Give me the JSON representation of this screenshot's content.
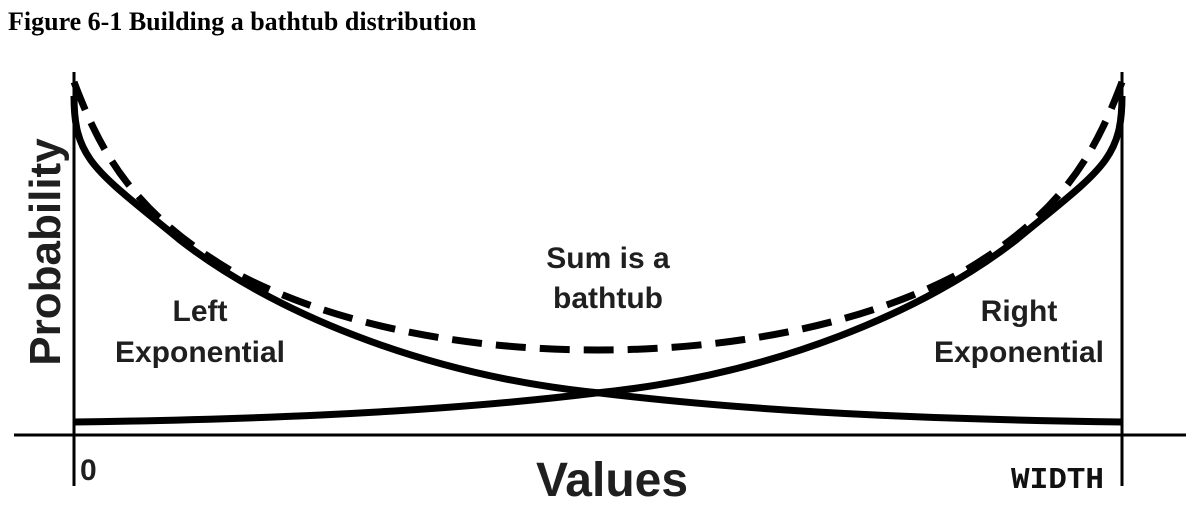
{
  "figure": {
    "title": "Figure 6-1 Building a bathtub distribution"
  },
  "axes": {
    "y_label": "Probability",
    "x_label": "Values",
    "x_tick_left": "0",
    "x_tick_right": "WIDTH"
  },
  "curves": {
    "left_label_line1": "Left",
    "left_label_line2": "Exponential",
    "right_label_line1": "Right",
    "right_label_line2": "Exponential",
    "sum_label_line1": "Sum is a",
    "sum_label_line2": "bathtub"
  },
  "colors": {
    "ink": "#000000",
    "label_text": "#1f1f1f"
  }
}
